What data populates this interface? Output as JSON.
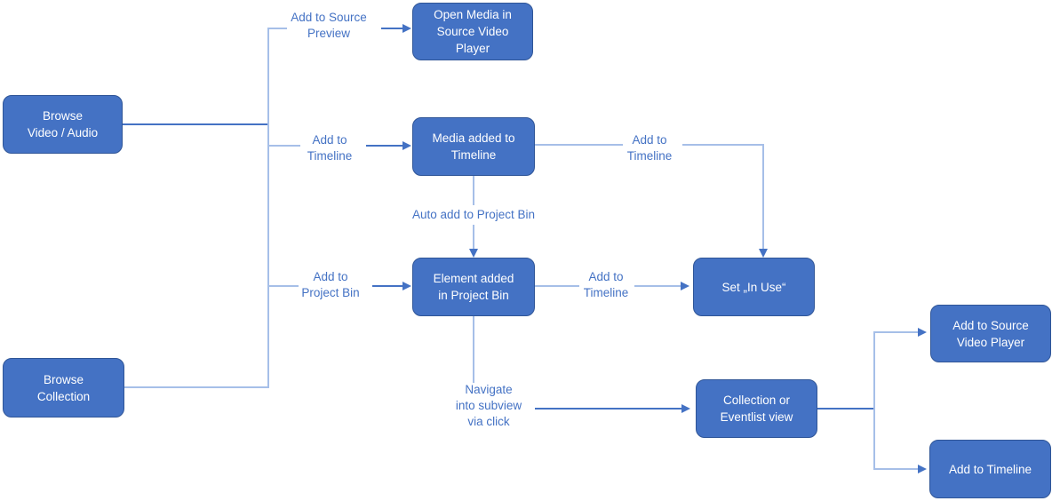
{
  "diagram_type": "flowchart",
  "colors": {
    "accent": "#4472C4",
    "node_fill": "#4472C4",
    "node_border": "#2F5597",
    "node_text": "#FFFFFF",
    "connector_light": "#A6BFE8",
    "connector_dark": "#4472C4"
  },
  "nodes": {
    "browse_video_audio": "Browse\nVideo / Audio",
    "browse_collection": "Browse\nCollection",
    "open_media_in_source_video_player": "Open Media in\nSource Video\nPlayer",
    "media_added_to_timeline": "Media added to\nTimeline",
    "element_added_in_project_bin": "Element added\nin Project Bin",
    "set_in_use": "Set „In Use“",
    "collection_or_eventlist_view": "Collection or\nEventlist view",
    "add_to_source_video_player": "Add to Source\nVideo Player",
    "add_to_timeline": "Add to Timeline"
  },
  "edge_labels": {
    "add_to_source_preview": "Add to Source\nPreview",
    "add_to_timeline_left": "Add to\nTimeline",
    "auto_add_to_project_bin": "Auto add to Project Bin",
    "add_to_project_bin": "Add to\nProject Bin",
    "add_to_timeline_top_right": "Add to\nTimeline",
    "add_to_timeline_mid": "Add to\nTimeline",
    "navigate_into_subview": "Navigate\ninto subview\nvia click"
  }
}
